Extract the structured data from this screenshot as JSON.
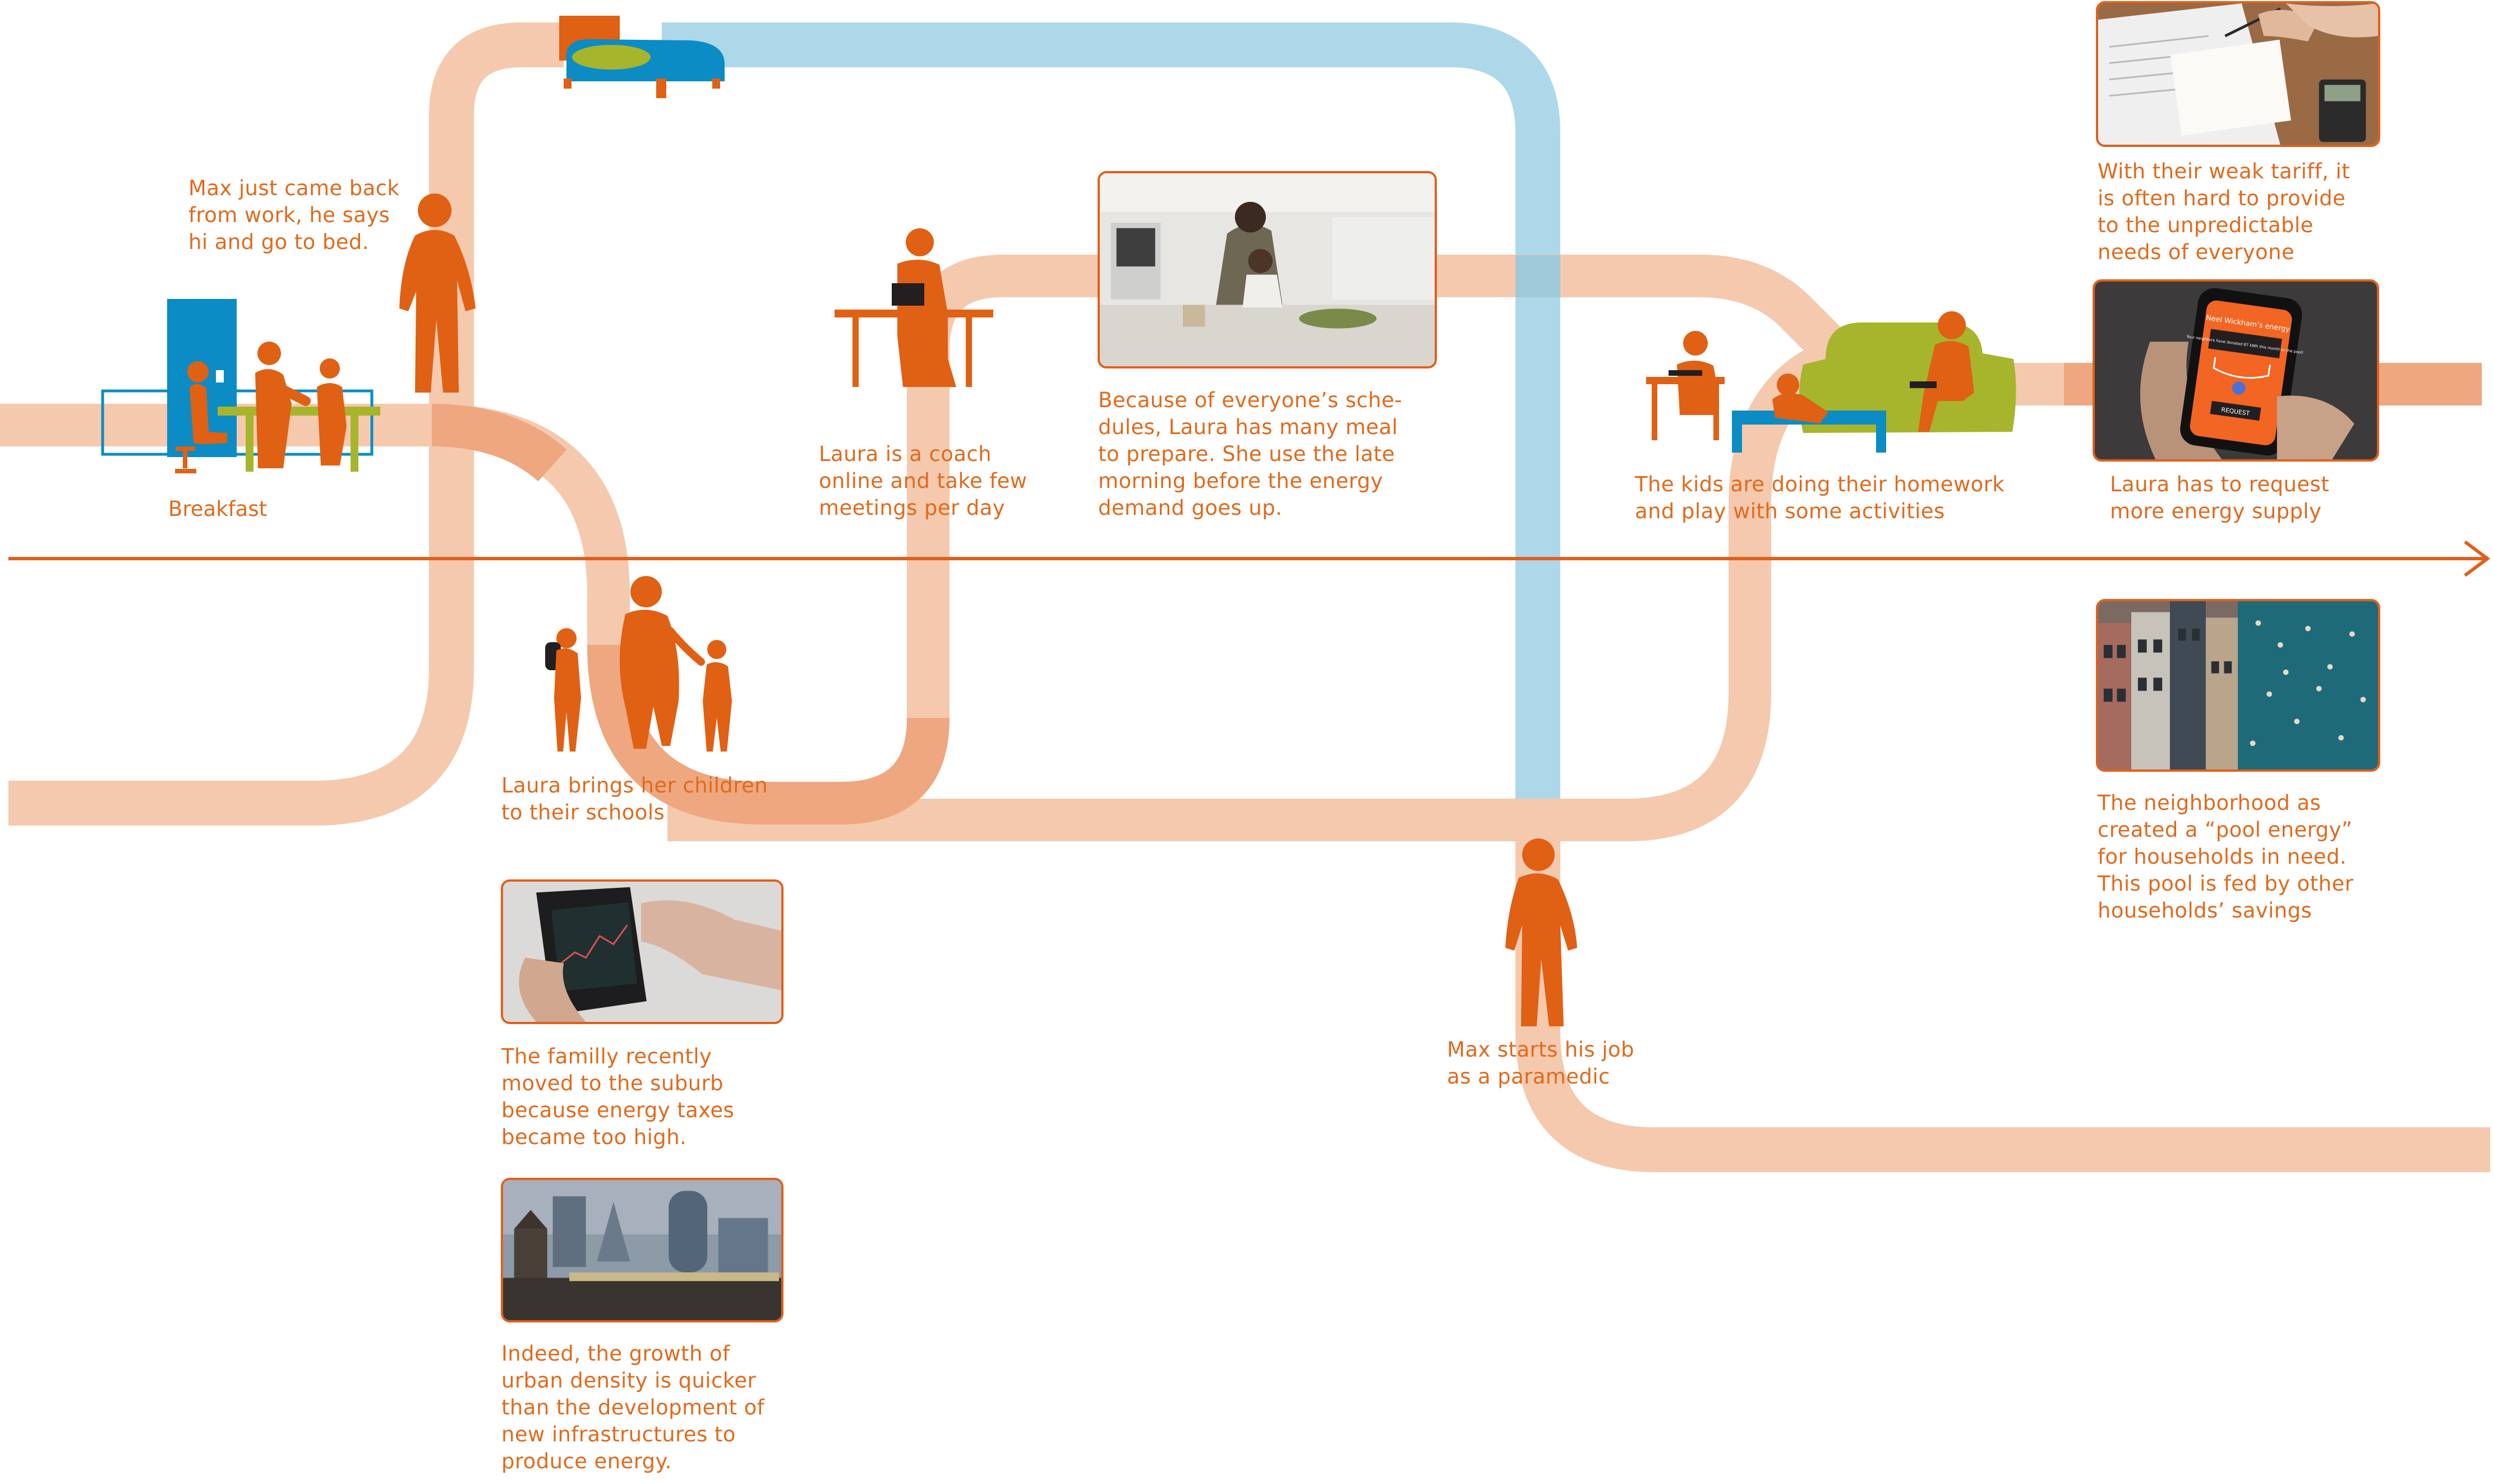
{
  "colors": {
    "orange": "#e06014",
    "orange_light": "#f5c9ad",
    "orange_mid": "#eea77f",
    "blue_light": "#add8ea",
    "blue": "#0b8cc4",
    "lime": "#a7b52c",
    "arrow": "#e0601b"
  },
  "captions": {
    "breakfast": "Breakfast",
    "max_back": "Max just came back\nfrom work, he says\nhi and go to bed.",
    "laura_children": "Laura brings her children\nto their schools",
    "family_moved": "The familly recently\nmoved to the suburb\nbecause energy taxes\nbecame too high.",
    "urban_density": "Indeed, the growth of\nurban density is quicker\nthan the development of\nnew infrastructures to\nproduce energy.",
    "laura_coach": "Laura is a coach\nonline and take few\nmeetings per day",
    "meal_prep": "Because of everyone’s sche-\ndules, Laura has many meal\nto prepare. She use the late\nmorning before the energy\ndemand goes up.",
    "max_job": "Max starts his job\nas a paramedic",
    "kids_homework": "The kids are doing their homework\nand play with some activities",
    "weak_tariff": "With their weak tariff, it\nis often hard to provide\nto the unpredictable\nneeds of everyone",
    "request_energy": "Laura has to request\nmore energy supply",
    "pool_energy": "The neighborhood as\ncreated a “pool energy”\nfor households in need.\nThis pool is fed by other\nhouseholds’ savings"
  },
  "phone_screen": {
    "title": "Neel Wickham’s energy",
    "message": "Your neighbors have donated 87 kWh this month to the pool!",
    "button": "REQUEST"
  },
  "icons": [
    "breakfast-table-icon",
    "bed-icon",
    "walking-man-icon",
    "family-walking-icon",
    "laptop-desk-icon",
    "homework-desk-icon",
    "sofa-reading-icon",
    "standing-man-icon",
    "timeline-arrow-icon"
  ]
}
